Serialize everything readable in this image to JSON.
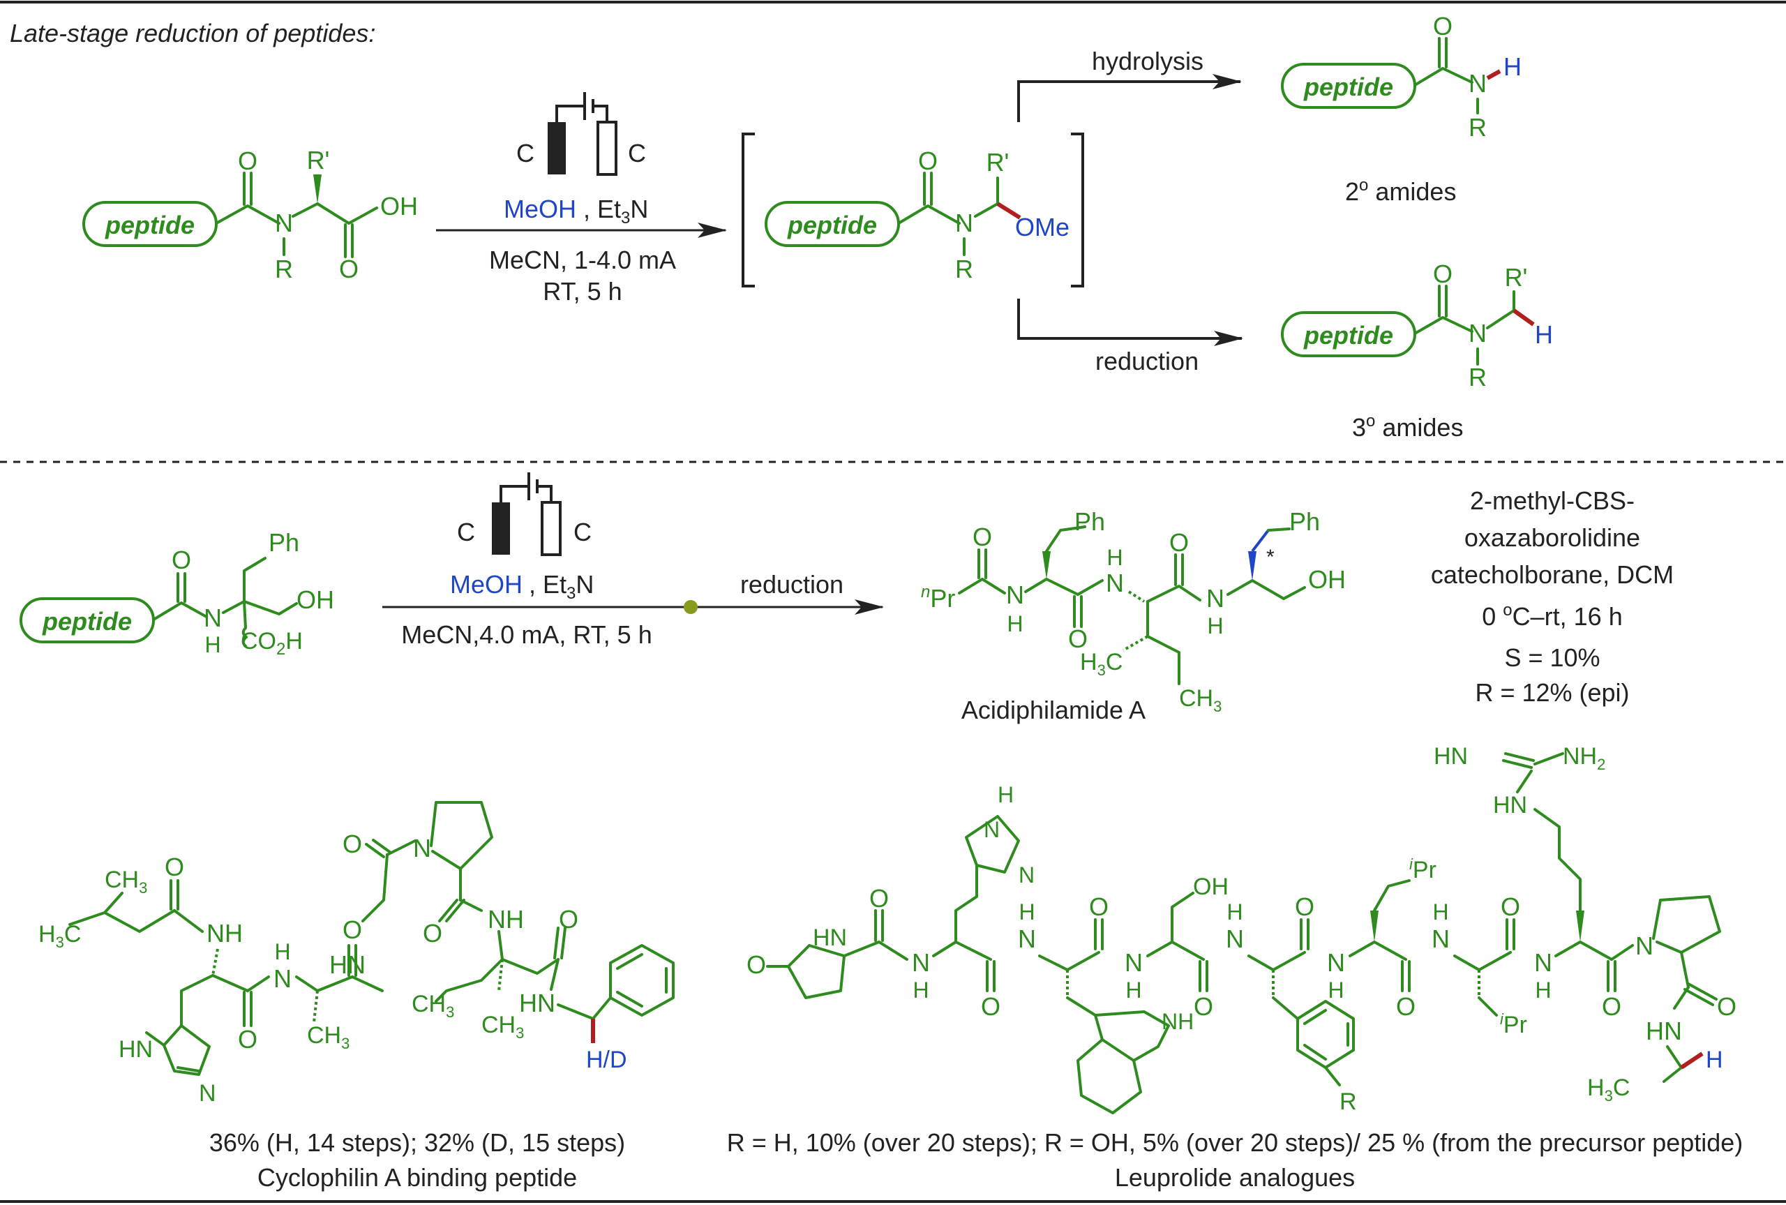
{
  "header": {
    "title": "Late-stage reduction of peptides:"
  },
  "colors": {
    "green": "#2e8b1e",
    "blue": "#1f45c8",
    "red": "#b01e1e",
    "black": "#222222",
    "dot": "#8a9a1e"
  },
  "top": {
    "peptide_label": "peptide",
    "electrode_left": "C",
    "electrode_right": "C",
    "reagent_meoh": "MeOH",
    "reagent_base": "Et",
    "reagent_base_sub": "3",
    "reagent_base_end": "N",
    "conditions_1": "MeCN, 1-4.0 mA",
    "conditions_2": "RT,  5 h",
    "hydrolysis": "hydrolysis",
    "reduction": "reduction",
    "sec_amide_prefix": "2",
    "sec_amide_sup": "o",
    "sec_amide_label": "amides",
    "tert_amide_prefix": "3",
    "tert_amide_sup": "o",
    "tert_amide_label": "amides",
    "atom_O": "O",
    "atom_N": "N",
    "atom_R": "R",
    "atom_Rp": "R'",
    "atom_OH": "OH",
    "atom_OMe": "OMe",
    "atom_H": "H"
  },
  "mid": {
    "peptide_label": "peptide",
    "electrode_left": "C",
    "electrode_right": "C",
    "reagent_meoh": "MeOH",
    "reagent_base": "Et",
    "reagent_base_sub": "3",
    "reagent_base_end": "N",
    "conditions": "MeCN,4.0 mA, RT,  5 h",
    "reduction": "reduction",
    "ph": "Ph",
    "oh": "OH",
    "co2h": "CO",
    "co2h_sub": "2",
    "co2h_end": "H",
    "nh": "N",
    "h": "H",
    "o": "O",
    "npr_sup": "n",
    "npr": "Pr",
    "h3c": "H",
    "h3c_sub": "3",
    "h3c_end": "C",
    "ch3": "CH",
    "ch3_sub": "3",
    "star": "*",
    "product_name": "Acidiphilamide A",
    "cbs_1": "2-methyl-CBS-",
    "cbs_2": "oxazaborolidine",
    "cbs_3": "catecholborane, DCM",
    "cbs_4a": "0 ",
    "cbs_4sup": "o",
    "cbs_4b": "C–rt, 16 h",
    "cbs_5": "S = 10%",
    "cbs_6": "R = 12% (epi)"
  },
  "bottom": {
    "cyclo": {
      "ch3": "CH",
      "sub3": "3",
      "h3c": "H",
      "h3c_end": "C",
      "o": "O",
      "nh": "NH",
      "n": "N",
      "h": "H",
      "hn": "HN",
      "hd": "H/D",
      "yield": "36% (H, 14 steps); 32% (D, 15 steps)",
      "name": "Cyclophilin A binding peptide"
    },
    "leup": {
      "o": "O",
      "n": "N",
      "h": "H",
      "nh": "NH",
      "hn": "HN",
      "oh": "OH",
      "ipr_sup": "i",
      "ipr": "Pr",
      "r": "R",
      "nh2": "NH",
      "nh2_sub": "2",
      "h3c": "H",
      "h3c_sub": "3",
      "h3c_end": "C",
      "yield": "R = H, 10% (over 20 steps); R = OH, 5% (over 20 steps)/ 25 % (from the precursor peptide)",
      "name": "Leuprolide analogues"
    }
  }
}
